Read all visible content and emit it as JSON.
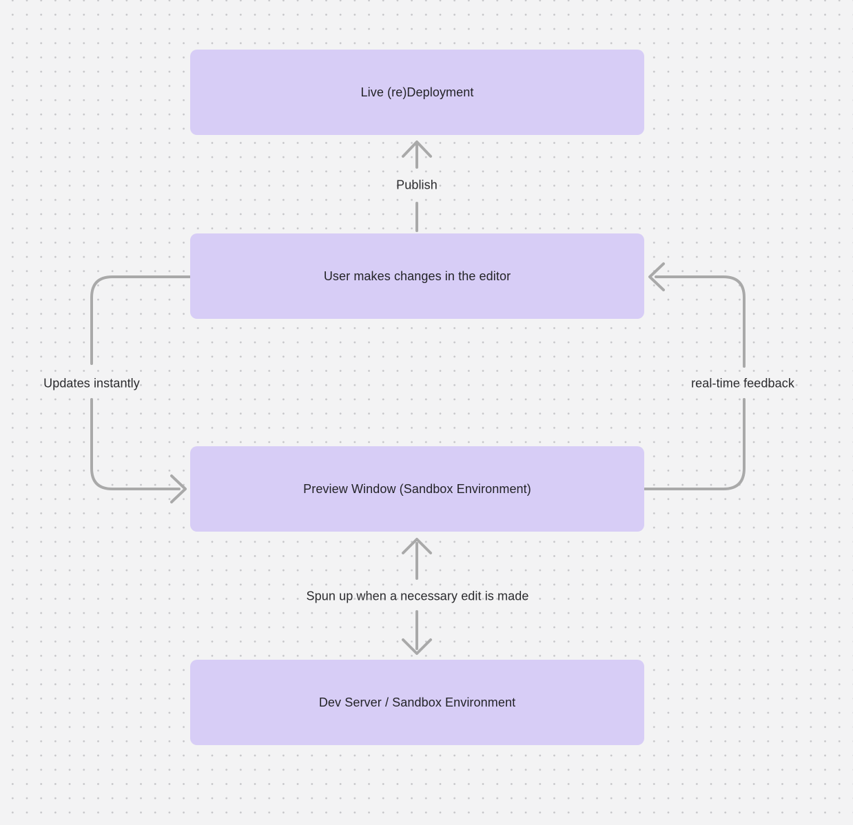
{
  "diagram": {
    "colors": {
      "background": "#f3f3f4",
      "dot": "#c5c5c8",
      "node_fill": "#d7cdf6",
      "connector": "#a9a9a9",
      "text": "#232327"
    },
    "nodes": [
      {
        "id": "live-deployment",
        "label": "Live (re)Deployment"
      },
      {
        "id": "editor",
        "label": "User makes changes in the editor"
      },
      {
        "id": "preview-window",
        "label": "Preview Window (Sandbox Environment)"
      },
      {
        "id": "dev-server",
        "label": "Dev Server / Sandbox Environment"
      }
    ],
    "edges": [
      {
        "id": "publish",
        "from": "editor",
        "to": "live-deployment",
        "direction": "up",
        "label": "Publish"
      },
      {
        "id": "updates-instantly",
        "from": "editor",
        "to": "preview-window",
        "side": "left",
        "label": "Updates instantly"
      },
      {
        "id": "real-time-feedback",
        "from": "preview-window",
        "to": "editor",
        "side": "right",
        "label": "real-time feedback"
      },
      {
        "id": "spun-up",
        "between": [
          "preview-window",
          "dev-server"
        ],
        "direction": "both",
        "label": "Spun up when a necessary edit is made"
      }
    ]
  }
}
